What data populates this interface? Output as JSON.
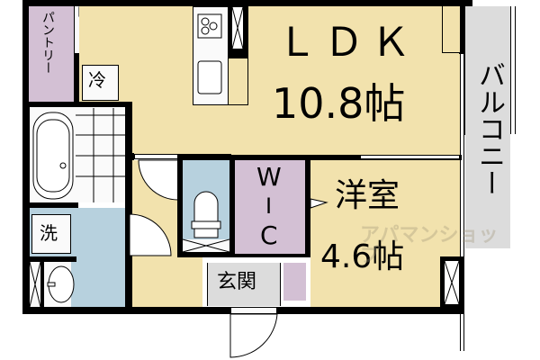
{
  "floorplan": {
    "rooms": {
      "ldk": {
        "name": "ＬＤＫ",
        "size": "10.8帖"
      },
      "western_room": {
        "name": "洋室",
        "size": "4.6帖"
      },
      "wic": {
        "letters": [
          "W",
          "I",
          "C"
        ]
      },
      "entrance": {
        "name": "玄関"
      },
      "pantry": {
        "name": "パントリー"
      },
      "balcony": {
        "name": "バルコニー"
      }
    },
    "fixtures": {
      "fridge": "冷",
      "washer": "洗"
    },
    "watermark": "アパマンショップ",
    "colors": {
      "living": "#f2e2ad",
      "storage": "#d3c0d4",
      "wet_area": "#b7d1de",
      "balcony": "#dcdcdc",
      "wall": "#000000"
    }
  }
}
